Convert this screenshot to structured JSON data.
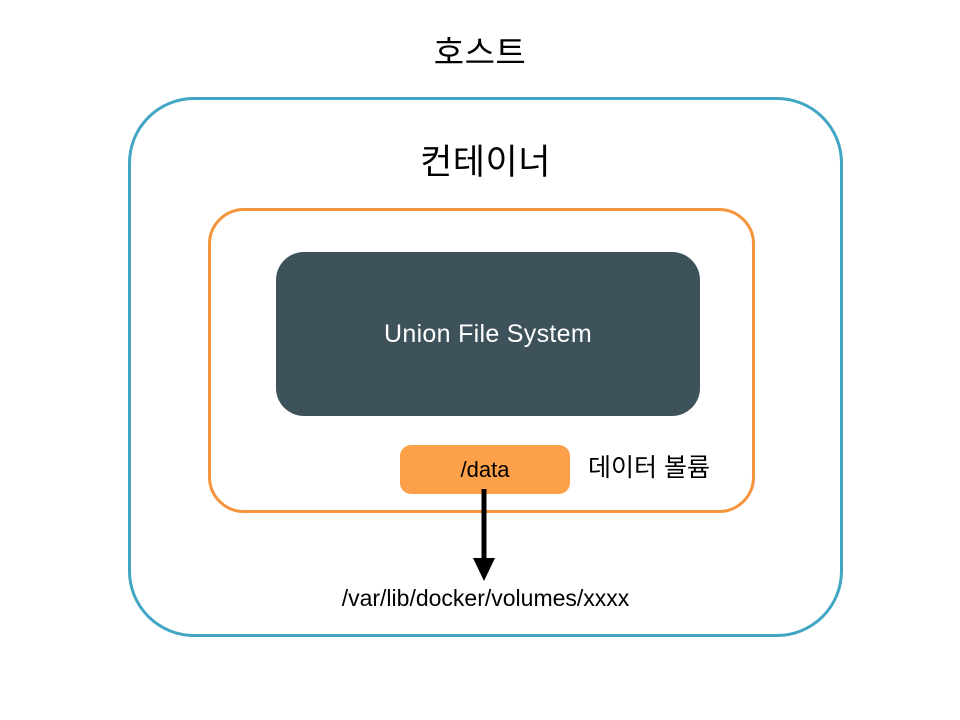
{
  "diagram": {
    "type": "docker-volume-architecture",
    "background_color": "#ffffff",
    "host": {
      "title": "호스트",
      "border_color": "#41a5c4"
    },
    "container": {
      "title": "컨테이너",
      "border_color": "#f5943c"
    },
    "union_file_system": {
      "label": "Union File System",
      "fill_color": "#3e525b",
      "text_color": "#ffffff"
    },
    "data_volume": {
      "mount_label": "/data",
      "caption": "데이터 볼륨",
      "fill_color": "#fca14a"
    },
    "host_path": {
      "label": "/var/lib/docker/volumes/xxxx"
    },
    "arrow": {
      "name": "mount-arrow",
      "color": "#000000",
      "direction": "down"
    }
  }
}
